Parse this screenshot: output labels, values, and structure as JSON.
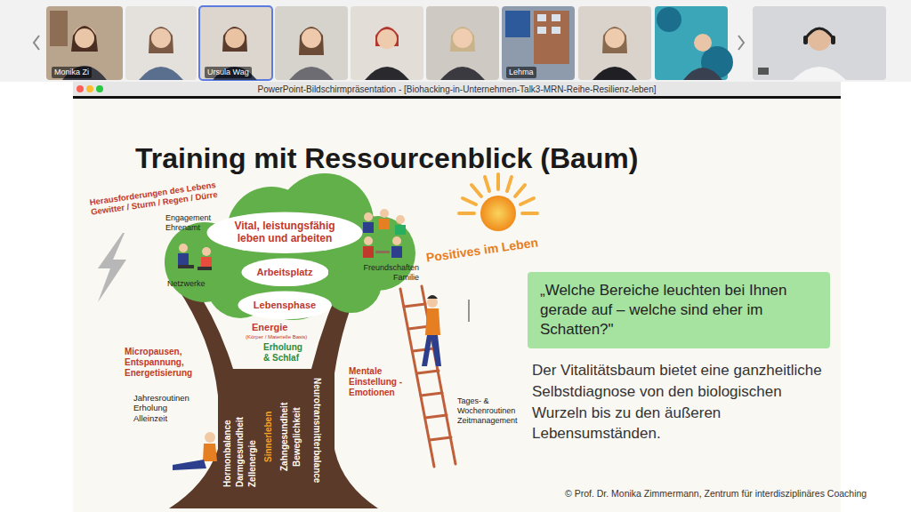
{
  "diagram": {
    "title": "Training mit Ressourcenblick (Baum)",
    "caption": "© Prof. Dr. Monika Zimmermann, Zentrum für interdisziplinäres Coaching",
    "nodes": [
      {
        "text": [
          "Vital, leistungsfähig leben und arbeiten"
        ]
      },
      {
        "text": [
          "Arbeitsplatz"
        ]
      },
      {
        "text": [
          "Lebensphase"
        ]
      },
      {
        "text": [
          "„Welche Bereiche leuchten bei Ihnen gerade auf – welche sind eher im Schatten?\""
        ]
      }
    ],
    "labels": [
      "Monika Zi",
      "Ursula Wag",
      "Lehma",
      "PowerPoint-Bildschirmpräsentation - [Biohacking-in-Unternehmen-Talk3-MRN-Reihe-Resilienz-leben]",
      "Herausforderungen des Lebens Gewitter / Sturm / Regen / Dürre",
      "Engagement Ehrenamt",
      "Netzwerke",
      "Freundschaften Familie",
      "Positives im Leben",
      "Energie",
      "(Körper / Materielle Basis)",
      "Erholung & Schlaf",
      "Micropausen, Entspannung, Energetisierung",
      "Jahresroutinen Erholung Alleinzeit",
      "Mentale Einstellung - Emotionen",
      "Tages- & Wochenroutinen Zeitmanagement",
      "Hormonbalance",
      "Darmgesundheit",
      "Zellenergie",
      "Sinnerleben",
      "Zahngesundheit",
      "Beweglichkeit",
      "Neurotransmitterbalance",
      "Der Vitalitätsbaum bietet eine ganzheitliche Selbstdiagnose von den biologischen Wurzeln bis zu den äußeren Lebensumständen."
    ]
  }
}
